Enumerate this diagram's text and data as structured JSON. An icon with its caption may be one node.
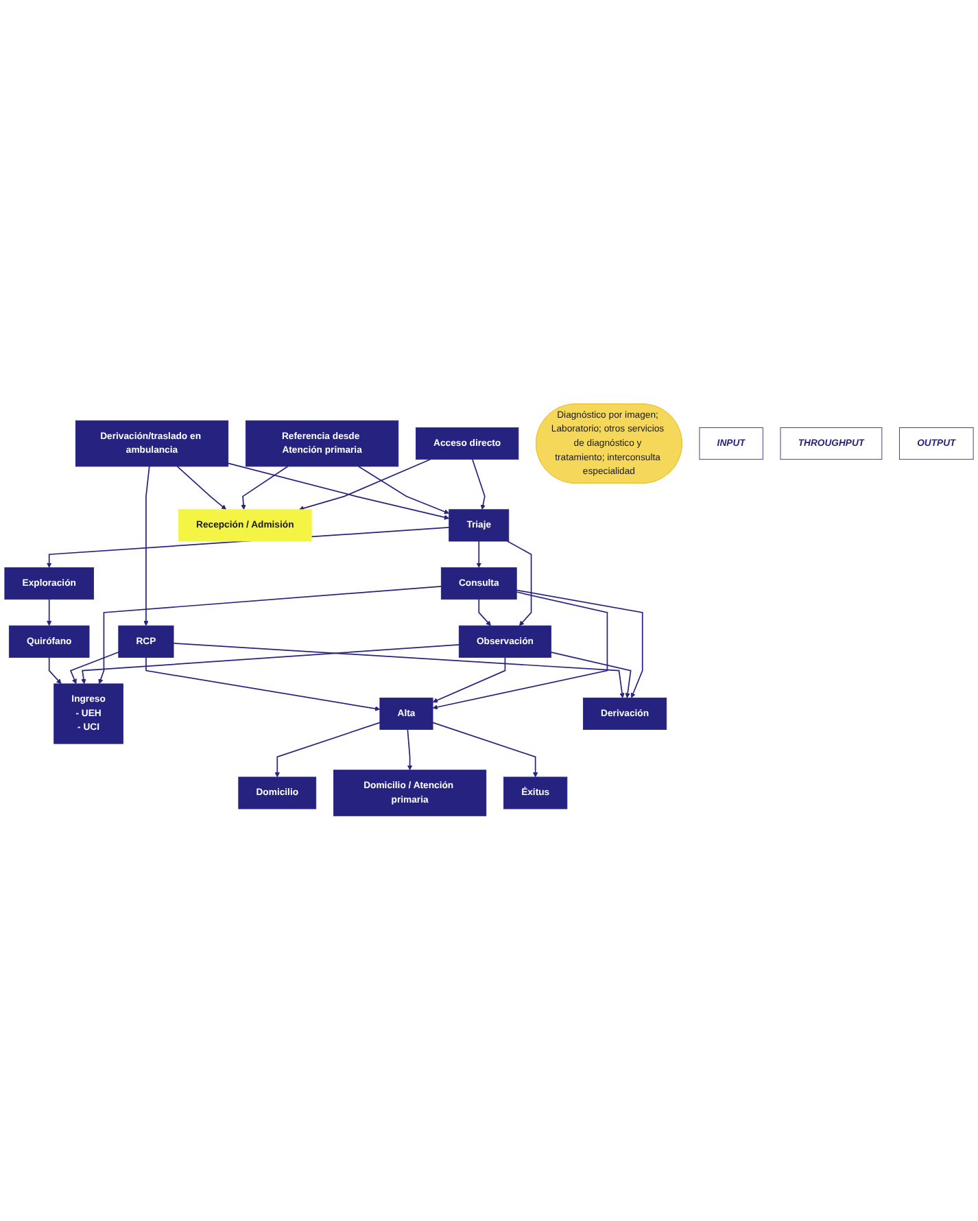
{
  "diagram": {
    "nodes": [
      {
        "text": [
          "Acceso directo"
        ]
      },
      {
        "text": [
          "Referencia desde Atención primaria"
        ]
      },
      {
        "text": [
          "Derivación/traslado en ambulancia"
        ]
      },
      {
        "text": [
          "Triaje"
        ]
      },
      {
        "text": [
          "Recepción / Admisión"
        ]
      },
      {
        "text": [
          "Consulta"
        ]
      },
      {
        "text": [
          "Exploración"
        ]
      },
      {
        "text": [
          "Observación"
        ]
      },
      {
        "text": [
          "RCP"
        ]
      },
      {
        "text": [
          "Diagnóstico por imagen; Laboratorio; otros servicios de diagnóstico y tratamiento; interconsulta especialidad"
        ]
      },
      {
        "text": [
          "Ingreso",
          "- UEH",
          "- UCI"
        ]
      },
      {
        "text": [
          "Quirófano"
        ]
      },
      {
        "text": [
          "Alta"
        ]
      },
      {
        "text": [
          "Derivación"
        ]
      },
      {
        "text": [
          "Domicilio"
        ]
      },
      {
        "text": [
          "Domicilio / Atención primaria"
        ]
      },
      {
        "text": [
          "Éxitus"
        ]
      },
      {
        "text": [
          "INPUT"
        ]
      },
      {
        "text": [
          "THROUGHPUT"
        ]
      },
      {
        "text": [
          "OUTPUT"
        ]
      }
    ],
    "edges": [
      {
        "from": 0,
        "to": 3,
        "arrow": "to"
      },
      {
        "from": 0,
        "to": 4,
        "arrow": "to"
      },
      {
        "from": 1,
        "to": 3,
        "arrow": "to"
      },
      {
        "from": 1,
        "to": 4,
        "arrow": "to"
      },
      {
        "from": 2,
        "to": 3,
        "arrow": "to"
      },
      {
        "from": 2,
        "to": 4,
        "arrow": "to"
      },
      {
        "from": 2,
        "to": 8,
        "arrow": "to"
      },
      {
        "from": 3,
        "to": 5,
        "arrow": "to"
      },
      {
        "from": 3,
        "to": 6,
        "arrow": "to"
      },
      {
        "from": 3,
        "to": 7,
        "arrow": "to"
      },
      {
        "from": 5,
        "to": 7,
        "arrow": "to"
      },
      {
        "from": 6,
        "to": 11,
        "arrow": "to"
      },
      {
        "from": 5,
        "to": 10,
        "arrow": "to"
      },
      {
        "from": 5,
        "to": 12,
        "arrow": "to"
      },
      {
        "from": 5,
        "to": 13,
        "arrow": "to"
      },
      {
        "from": 7,
        "to": 10,
        "arrow": "to"
      },
      {
        "from": 7,
        "to": 12,
        "arrow": "to"
      },
      {
        "from": 7,
        "to": 13,
        "arrow": "to"
      },
      {
        "from": 8,
        "to": 10,
        "arrow": "to"
      },
      {
        "from": 8,
        "to": 12,
        "arrow": "to"
      },
      {
        "from": 8,
        "to": 13,
        "arrow": "to"
      },
      {
        "from": 11,
        "to": 10,
        "arrow": "to"
      },
      {
        "from": 12,
        "to": 14,
        "arrow": "to"
      },
      {
        "from": 12,
        "to": 15,
        "arrow": "to"
      },
      {
        "from": 12,
        "to": 16,
        "arrow": "to"
      }
    ]
  }
}
